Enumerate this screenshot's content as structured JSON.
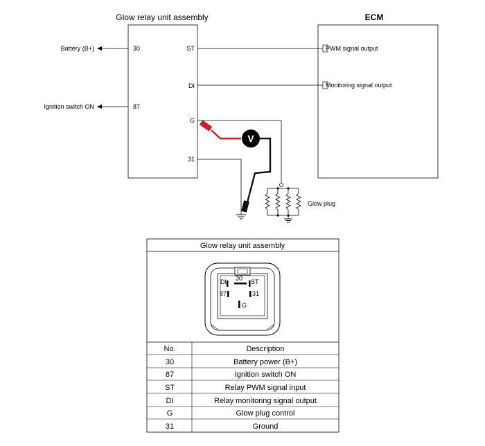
{
  "relay_unit": {
    "title": "Glow relay unit assembly",
    "pins_left": [
      "30",
      "87"
    ],
    "pins_right": [
      "ST",
      "DI",
      "G",
      "31"
    ]
  },
  "ecm": {
    "title": "ECM",
    "pwm_label": "PWM signal output",
    "monitor_label": "Monitoring signal output"
  },
  "external": {
    "battery": "Battery (B+)",
    "ignition": "Ignition switch ON",
    "glow_plug": "Glow plug",
    "voltmeter": "V"
  },
  "colors": {
    "red_lead": "#e8141c",
    "black_lead": "#111111"
  },
  "connector_table": {
    "title": "Glow relay unit assembly",
    "connector_pins": [
      "30",
      "DI",
      "ST",
      "87",
      "31",
      "G"
    ],
    "headers": [
      "No.",
      "Description"
    ],
    "rows": [
      {
        "no": "30",
        "desc": "Battery power (B+)"
      },
      {
        "no": "87",
        "desc": "Ignition switch ON"
      },
      {
        "no": "ST",
        "desc": "Relay PWM signal input"
      },
      {
        "no": "DI",
        "desc": "Relay monitoring signal output"
      },
      {
        "no": "G",
        "desc": "Glow plug control"
      },
      {
        "no": "31",
        "desc": "Ground"
      }
    ]
  }
}
